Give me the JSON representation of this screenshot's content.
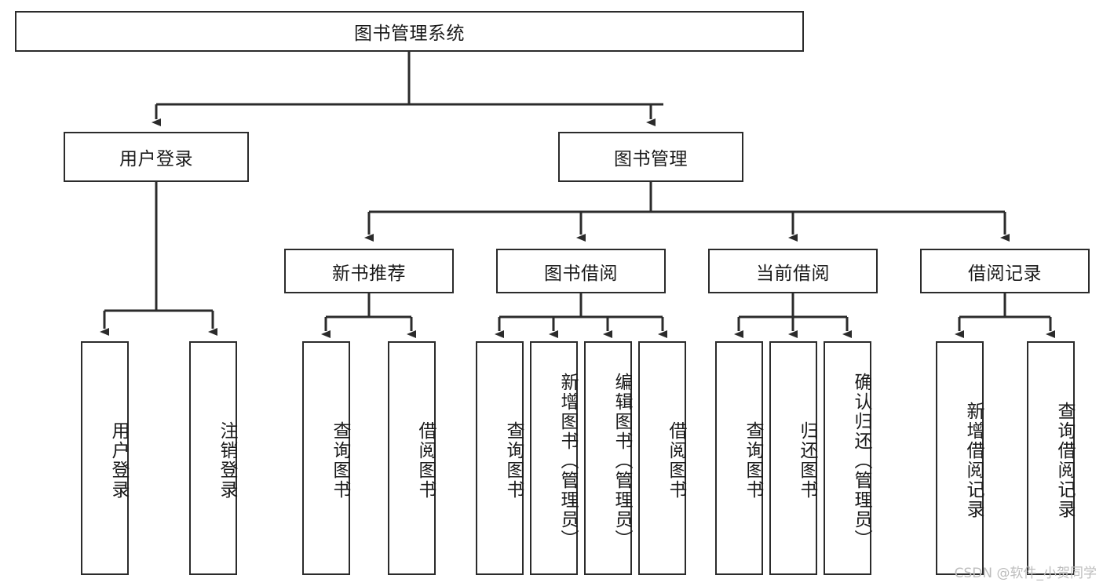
{
  "diagram": {
    "type": "tree-hierarchy",
    "title": "图书管理系统",
    "colors": {
      "stroke": "#2b2b2b",
      "fill": "#ffffff",
      "text": "#1a1a1a",
      "watermark": "#bdbdbd"
    },
    "levels": {
      "root": {
        "label": "图书管理系统",
        "orientation": "horizontal"
      },
      "level2": [
        {
          "label": "用户登录",
          "orientation": "horizontal"
        },
        {
          "label": "图书管理",
          "orientation": "horizontal"
        }
      ],
      "level3": [
        {
          "label": "新书推荐",
          "orientation": "horizontal",
          "parent": "图书管理"
        },
        {
          "label": "图书借阅",
          "orientation": "horizontal",
          "parent": "图书管理"
        },
        {
          "label": "当前借阅",
          "orientation": "horizontal",
          "parent": "图书管理"
        },
        {
          "label": "借阅记录",
          "orientation": "horizontal",
          "parent": "图书管理"
        }
      ],
      "leaves": [
        {
          "label": "用户登录",
          "orientation": "vertical",
          "parent": "用户登录"
        },
        {
          "label": "注销登录",
          "orientation": "vertical",
          "parent": "用户登录"
        },
        {
          "label": "查询图书",
          "orientation": "vertical",
          "parent": "新书推荐"
        },
        {
          "label": "借阅图书",
          "orientation": "vertical",
          "parent": "新书推荐"
        },
        {
          "label": "查询图书",
          "orientation": "vertical",
          "parent": "图书借阅"
        },
        {
          "label": "新增图书（管理员）",
          "orientation": "vertical",
          "parent": "图书借阅"
        },
        {
          "label": "编辑图书（管理员）",
          "orientation": "vertical",
          "parent": "图书借阅"
        },
        {
          "label": "借阅图书",
          "orientation": "vertical",
          "parent": "图书借阅"
        },
        {
          "label": "查询图书",
          "orientation": "vertical",
          "parent": "当前借阅"
        },
        {
          "label": "归还图书",
          "orientation": "vertical",
          "parent": "当前借阅"
        },
        {
          "label": "确认归还（管理员）",
          "orientation": "vertical",
          "parent": "当前借阅"
        },
        {
          "label": "新增借阅记录",
          "orientation": "vertical",
          "parent": "借阅记录"
        },
        {
          "label": "查询借阅记录",
          "orientation": "vertical",
          "parent": "借阅记录"
        }
      ]
    },
    "watermark": "CSDN @软件_小贺同学"
  }
}
